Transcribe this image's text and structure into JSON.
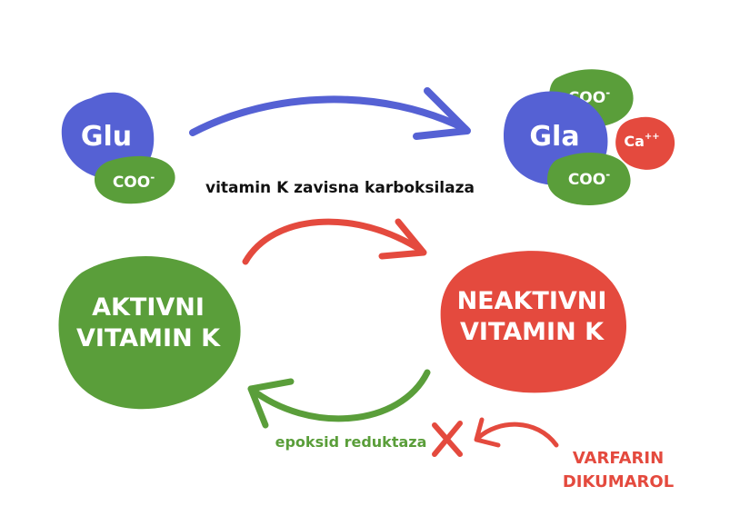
{
  "colors": {
    "blue": "#5561d4",
    "green": "#5a9e3a",
    "red": "#e44a3e",
    "white": "#ffffff",
    "text": "#111111"
  },
  "glu": {
    "label": "Glu",
    "group": "COO",
    "charge": "-"
  },
  "gla": {
    "label": "Gla",
    "group_top": "COO",
    "group_bottom": "COO",
    "charge": "-",
    "ion": "Ca",
    "ion_charge": "++"
  },
  "enzyme_label": "vitamin K zavisna karboksilaza",
  "active": {
    "line1": "AKTIVNI",
    "line2": "VITAMIN K"
  },
  "inactive": {
    "line1": "NEAKTIVNI",
    "line2": "VITAMIN K"
  },
  "reductase_label": "epoksid reduktaza",
  "inhibitors": {
    "line1": "VARFARIN",
    "line2": "DIKUMAROL"
  }
}
